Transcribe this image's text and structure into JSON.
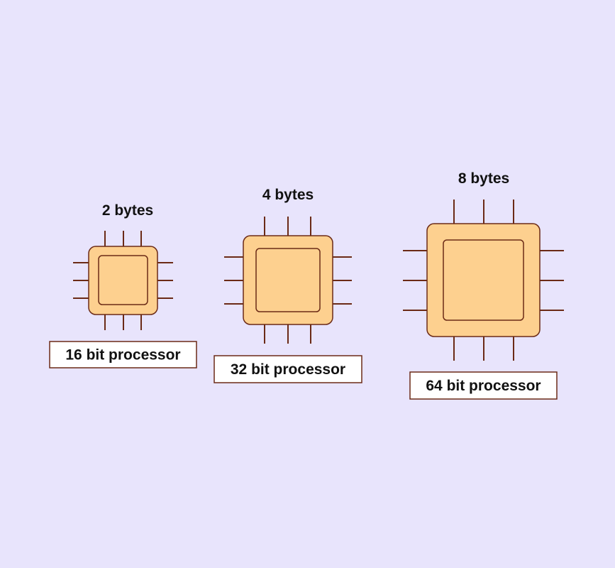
{
  "colors": {
    "background": "#e8e4fc",
    "chip_fill": "#fdd08f",
    "chip_stroke": "#6b2a16",
    "label_box": "#ffffff"
  },
  "processors": [
    {
      "size_label": "2 bytes",
      "name": "16 bit processor"
    },
    {
      "size_label": "4 bytes",
      "name": "32 bit processor"
    },
    {
      "size_label": "8 bytes",
      "name": "64 bit processor"
    }
  ]
}
